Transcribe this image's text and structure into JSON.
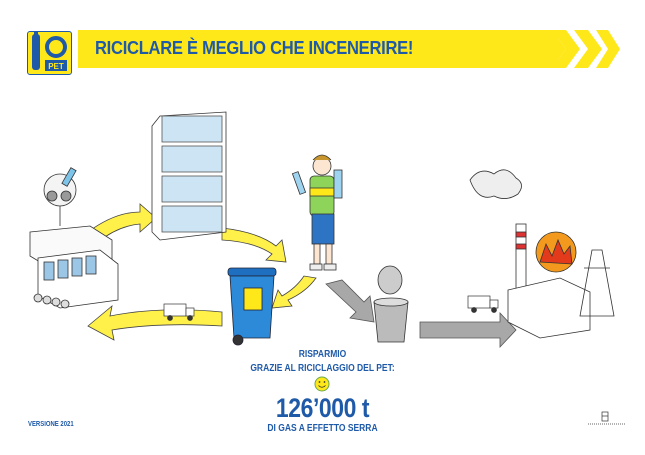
{
  "header": {
    "title": "RICICLARE È MEGLIO CHE INCENERIRE!",
    "logo_text": "PET"
  },
  "savings": {
    "line1": "RISPARMIO",
    "line2": "GRAZIE AL RICICLAGGIO DEL PET:",
    "amount": "126’000 t",
    "line3": "DI GAS A EFFETTO SERRA"
  },
  "footer": {
    "version": "VERSIONE 2021"
  },
  "colors": {
    "yellow": "#ffe81a",
    "blue": "#1f5aa8",
    "arrow_yellow": "#fff04a",
    "arrow_gray": "#a8a8a8"
  }
}
